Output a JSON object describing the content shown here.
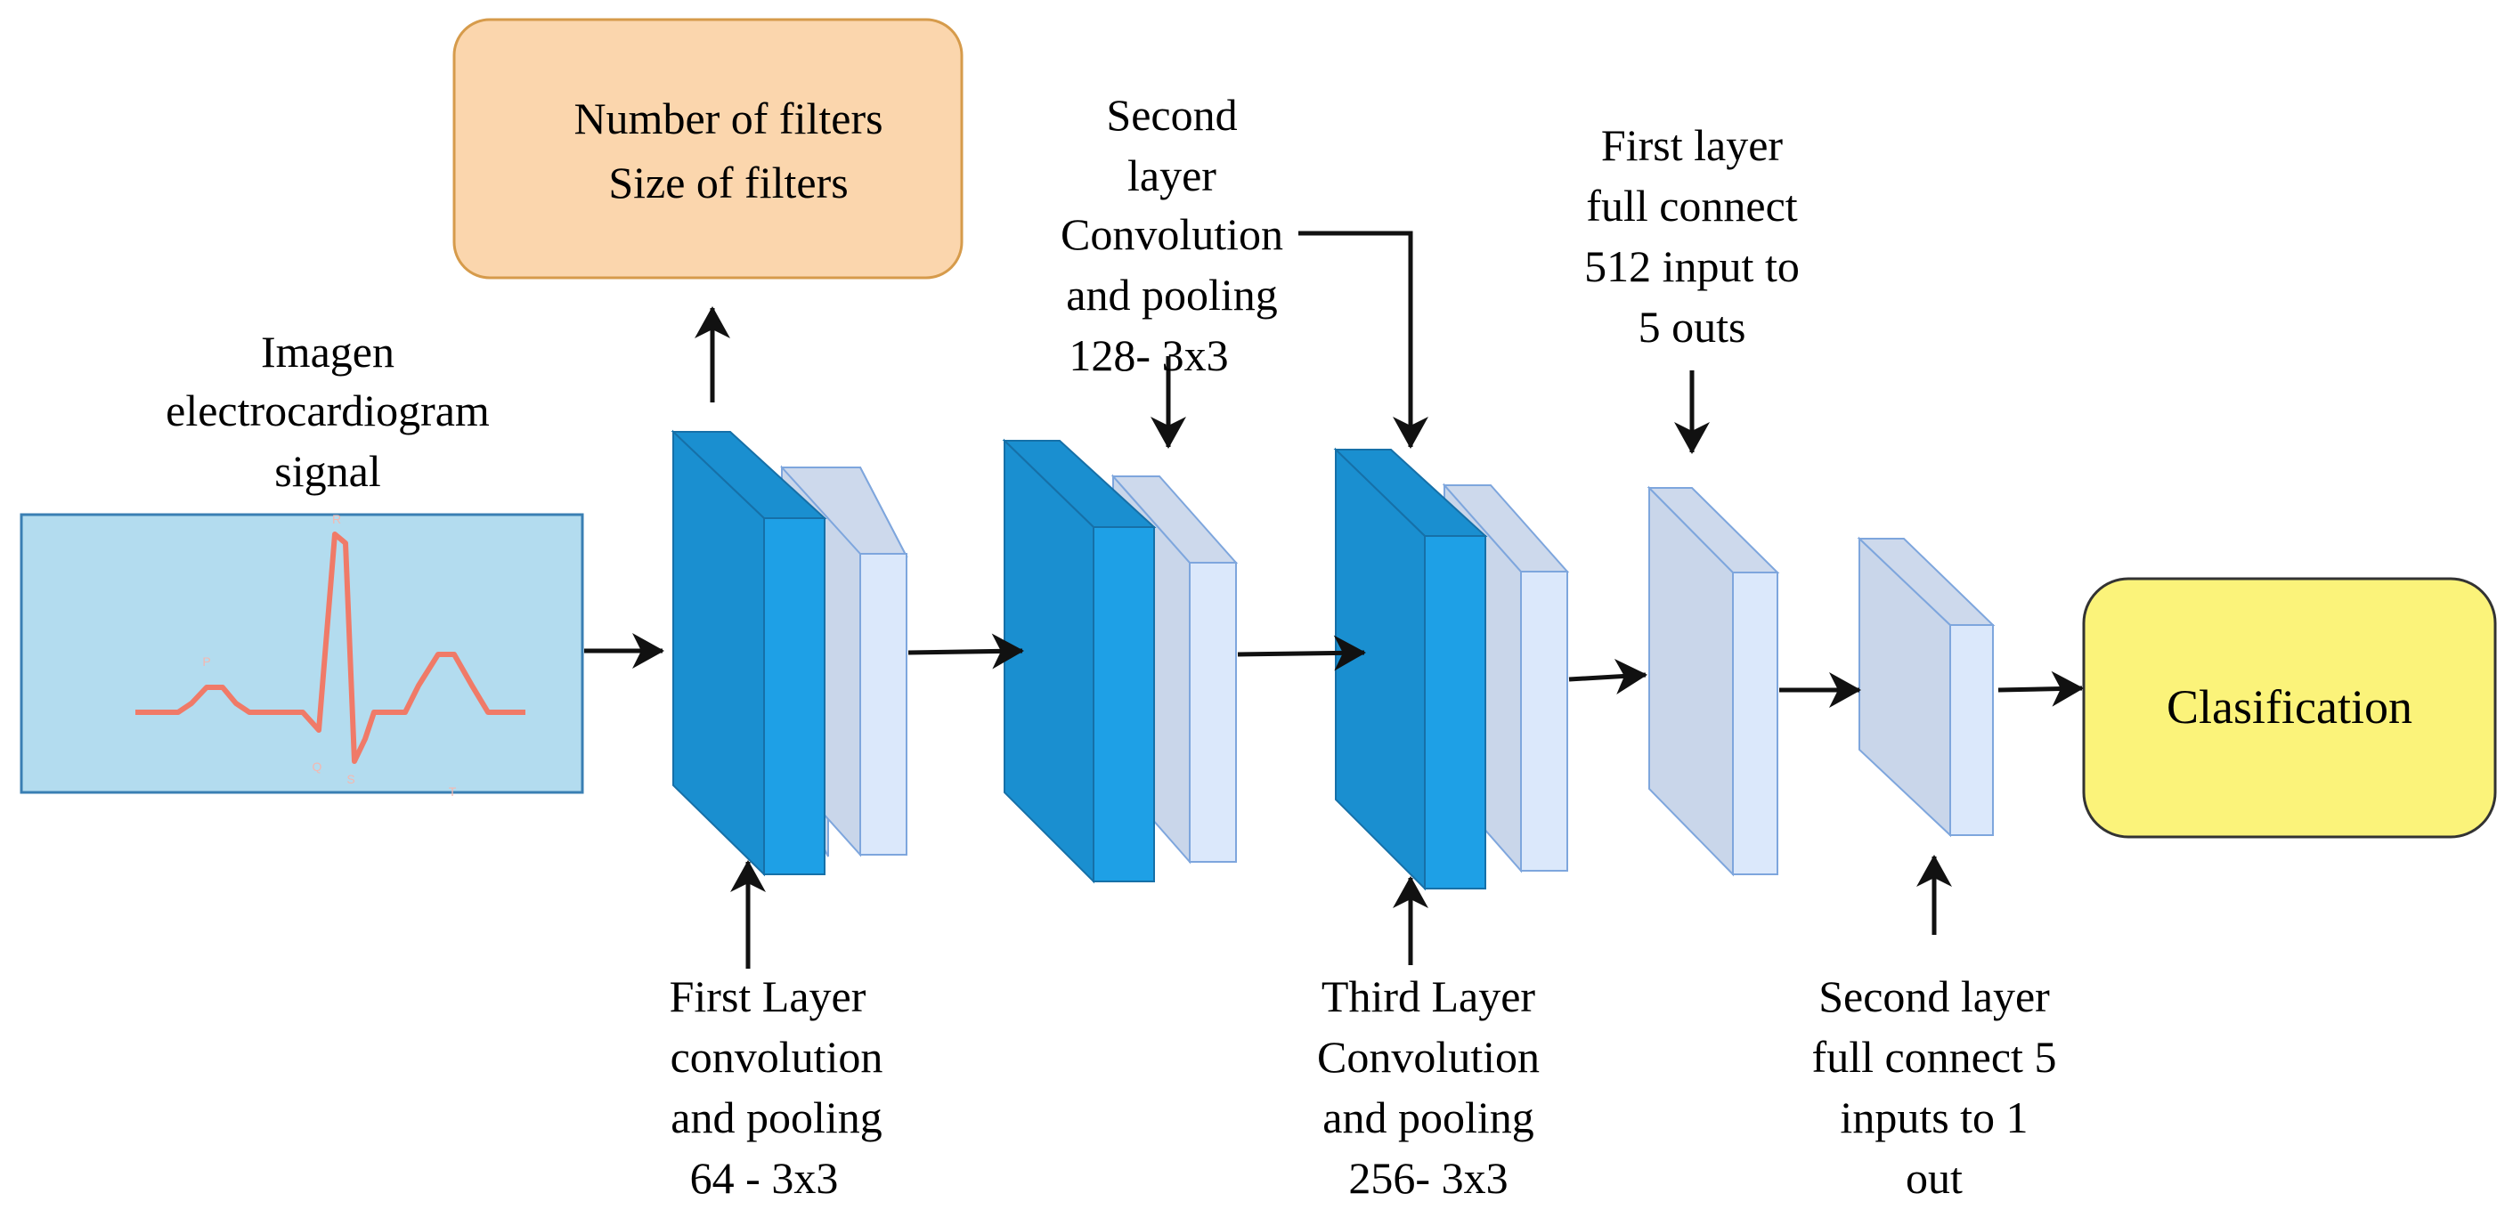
{
  "colors": {
    "dark_blue": "#1a8fd0",
    "blue_face": "#1ea0e6",
    "light_slab": "#c9d6ea",
    "light_slab_face": "#dbe8fb",
    "slab_edge": "#7ea6dd",
    "ecg_bg": "#b3dcef",
    "ecg_line": "#f07a68",
    "filters_box": "#fbd6ad",
    "filters_edge": "#d69b4b",
    "class_box": "#fbf37a",
    "class_edge": "#333333"
  },
  "input": {
    "label_lines": [
      "Imagen",
      "electrocardiogram",
      "signal"
    ],
    "wave_letters": [
      "R",
      "P",
      "Q",
      "S",
      "T"
    ]
  },
  "filters_box": {
    "lines": [
      "Number of filters",
      "Size of filters"
    ]
  },
  "layers": {
    "conv1": [
      "First Layer",
      "convolution",
      "and pooling",
      "64 - 3x3"
    ],
    "conv2": [
      "Second",
      "layer",
      "Convolution",
      "and pooling",
      "128- 3x3"
    ],
    "conv3": [
      "Third Layer",
      "Convolution",
      "and pooling",
      "256- 3x3"
    ],
    "fc1": [
      "First layer",
      "full connect",
      "512 input to",
      "5 outs"
    ],
    "fc2": [
      "Second layer",
      "full connect 5",
      "inputs to 1",
      "out"
    ]
  },
  "output": {
    "label": "Clasification"
  }
}
